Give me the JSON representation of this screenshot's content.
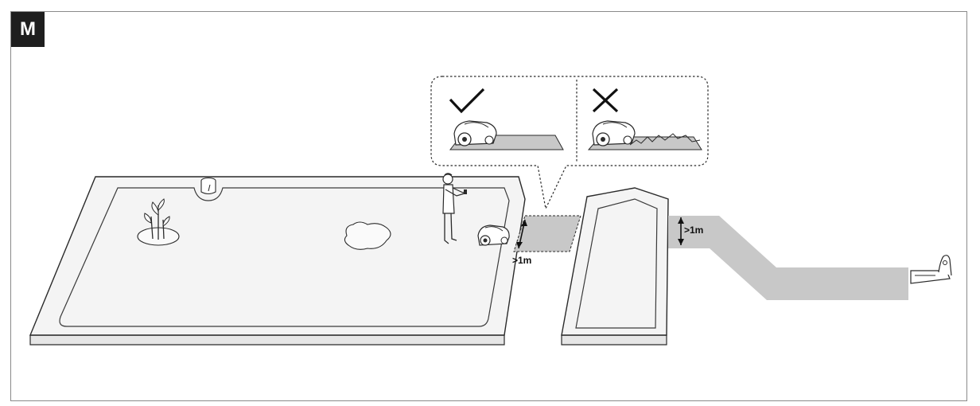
{
  "figure": {
    "panel_label": "M",
    "distance_label_passage": ">1m",
    "distance_label_corridor": ">1m"
  },
  "callout": {
    "correct_symbol": "check-mark",
    "incorrect_symbol": "cross-mark"
  },
  "colors": {
    "outline": "#2a2a2a",
    "lawn_fill": "#f4f4f4",
    "passage_fill": "#c8c8c8",
    "badge_bg": "#1e1e1e"
  }
}
